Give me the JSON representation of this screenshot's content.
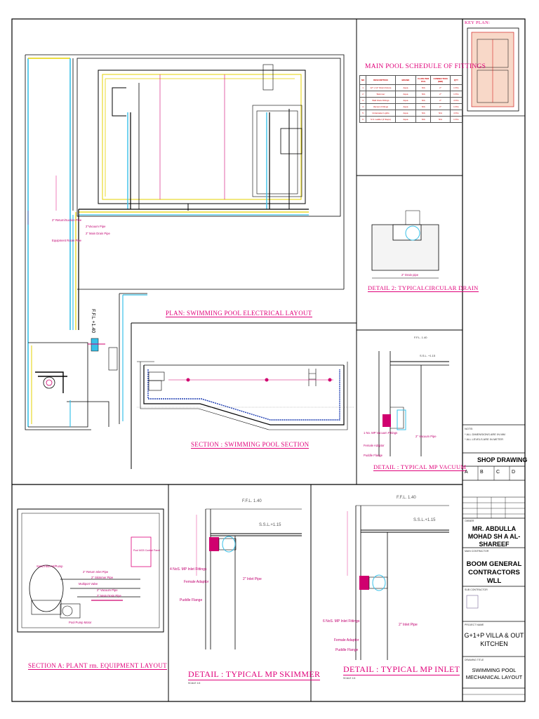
{
  "plan": {
    "title": "PLAN: SWIMMING POOL ELECTRICAL LAYOUT",
    "pipe_labels": [
      "2\" Return/Suction Pipe",
      "2\"Vacuum Pipe",
      "2\" Main Drain Pipe",
      "Equipment Room Pipe"
    ],
    "level_mark": "F.F.L +1.40"
  },
  "section": {
    "title": "SECTION : SWIMMING POOL SECTION"
  },
  "drain": {
    "title": "DETAIL 2: TYPICALCIRCULAR DRAIN",
    "pipe_label": "2\" Drain pipe"
  },
  "vacuum": {
    "title": "DETAIL : TYPICAL MP VACUUM",
    "ffl": "F.F.L. 1.40",
    "ssl": "S.S.L. +1.15",
    "labels": [
      "1 No. MP Vacuum Fittings",
      "Female Adaptor",
      "Puddle Flange",
      "2\" Vacuum Pipe"
    ]
  },
  "plant": {
    "title": "SECTION A: PLANT rm. EQUIPMENT LAYOUT",
    "labels": [
      "Sand Filter W/Pump",
      "2\" Return Inlet Pipe",
      "2\" Skimmer Pipe",
      "Multiport Valve",
      "2\" Vacuum Pipe",
      "2\" Main Drain Pipe",
      "Pool Pump Motor"
    ],
    "panel_label": "Pool MCB Control Panel"
  },
  "skimmer": {
    "title": "DETAIL : TYPICAL MP SKIMMER",
    "scale": "SCALE 1:6",
    "ffl": "F.F.L. 1.40",
    "ssl": "S.S.L.+1.15",
    "labels": [
      "4 NoS. MP Inlet Fittings",
      "Female Adaptor",
      "Puddle Flange",
      "2\" Inlet Pipe"
    ]
  },
  "inlet": {
    "title": "DETAIL : TYPICAL MP INLET",
    "scale": "SCALE 1:6",
    "ffl": "F.F.L. 1.40",
    "ssl": "S.S.L.+1.15",
    "labels": [
      "6 NoS. MP Inlet Fittings",
      "Female Adaptor",
      "Puddle Flange",
      "2\" Inlet Pipe"
    ]
  },
  "keyplan": {
    "title": "KEY PLAN:"
  },
  "schedule": {
    "title": "MAIN POOL SCHEDULE OF FITTINGS",
    "headers": [
      "NO",
      "DESCRIPTION",
      "BRAND",
      "FLOW PER PCS",
      "CONNECTION (MM)",
      "QTY"
    ],
    "rows": [
      [
        "1",
        "12\" x 12\" Drain Fixture",
        "Aqua",
        "N/A",
        "2\"",
        "1 Pcs"
      ],
      [
        "2",
        "Skimmer",
        "Aqua",
        "N/A",
        "2\"",
        "1 Pcs"
      ],
      [
        "3",
        "Wall Inlets Fittings",
        "Aqua",
        "N/A",
        "2\"",
        "4 Pcs"
      ],
      [
        "4",
        "Vacuum Fittings",
        "Aqua",
        "N/A",
        "2\"",
        "1 Pcs"
      ],
      [
        "5",
        "Underwater Lights",
        "Aqua",
        "N/A",
        "N/A",
        "4 Pcs"
      ],
      [
        "6",
        "S.S. Ladder (4 Steps)",
        "Aqua",
        "N/A",
        "N/A",
        "1 Pcs"
      ]
    ]
  },
  "titleblock": {
    "note_heading": "NOTE:",
    "notes": [
      "* ALL DIMENSIONS ARE IN MM",
      "* ALL LEVELS ARE IN METER"
    ],
    "shop_drawing": "SHOP DRAWING",
    "rev_cols": [
      "A",
      "B",
      "C",
      "D"
    ],
    "owner_label": "OWNER",
    "owner": "MR. ABDULLA MOHAD SH A AL-SHAREEF",
    "contractor_label": "MAIN CONTRACTOR",
    "contractor": "BOOM GENERAL CONTRACTORS WLL",
    "subcontractor_label": "SUB CONTRACTOR",
    "project_label": "PROJECT NAME",
    "project": "G+1+P VILLA & OUT KITCHEN",
    "drawing_title_label": "DRAWING TITLE",
    "drawing_title": "SWIMMING POOL MECHANICAL LAYOUT"
  },
  "colors": {
    "title_pink": "#e0007a",
    "pipe_yellow": "#e6d200",
    "pipe_cyan": "#38c0e8",
    "pipe_magenta": "#d0006f",
    "linework": "#000000"
  }
}
